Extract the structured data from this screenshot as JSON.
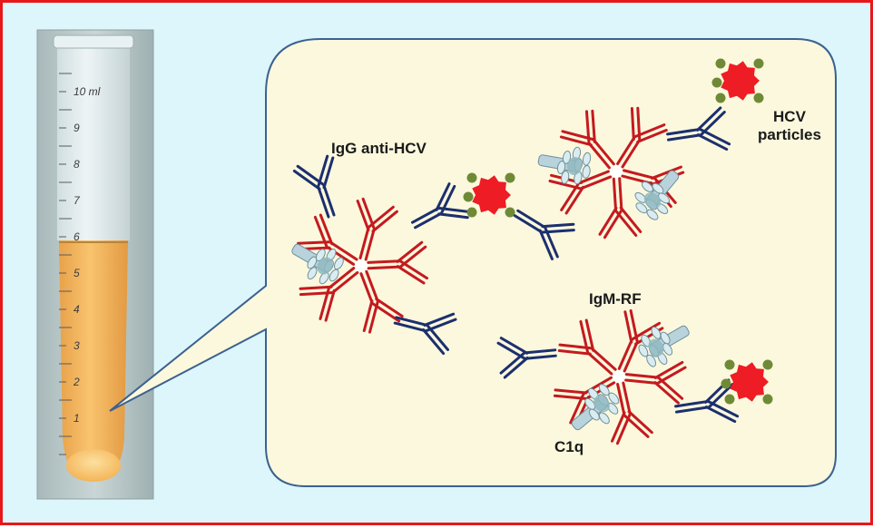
{
  "labels": {
    "igg": "IgG anti-HCV",
    "hcv_line1": "HCV",
    "hcv_line2": "particles",
    "igm": "IgM-RF",
    "c1q": "C1q"
  },
  "tube_scale": {
    "upper": [
      "10 ml",
      "9",
      "8",
      "7",
      "6"
    ],
    "lower": [
      "5",
      "4",
      "3",
      "2",
      "1"
    ]
  },
  "colors": {
    "frame_border": "#e8171a",
    "background": "#dcf6fb",
    "bubble_fill": "#fbf8dd",
    "bubble_border": "#3c6190",
    "igg": "#1c2f6e",
    "igm": "#c41a1f",
    "virus": "#ee1c24",
    "virus_dots": "#6f8a36",
    "c1q": "#b8d3dc",
    "serum": "#f5b65a"
  }
}
